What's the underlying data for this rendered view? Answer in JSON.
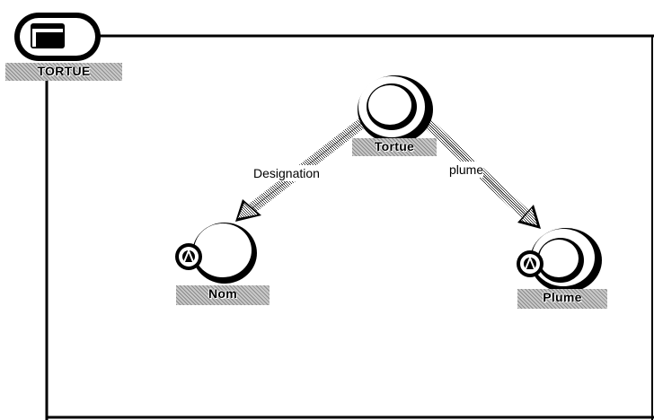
{
  "window": {
    "title": "TORTUE",
    "icon": "window-icon"
  },
  "diagram": {
    "nodes": [
      {
        "id": "tortue",
        "label": "Tortue",
        "kind": "double-circle"
      },
      {
        "id": "nom",
        "label": "Nom",
        "kind": "attribute-circle",
        "icon": "attribute-a-icon"
      },
      {
        "id": "plume",
        "label": "Plume",
        "kind": "attribute-double-circle",
        "icon": "attribute-a-icon"
      }
    ],
    "edges": [
      {
        "from": "tortue",
        "to": "nom",
        "label": "Designation"
      },
      {
        "from": "tortue",
        "to": "plume",
        "label": "plume"
      }
    ]
  }
}
